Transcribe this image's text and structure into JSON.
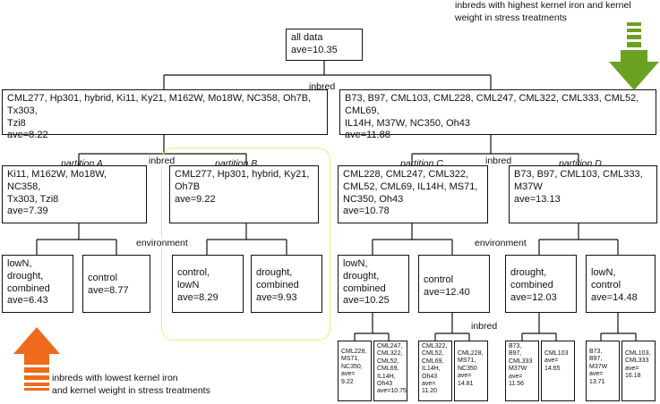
{
  "root": {
    "text": "all data\nave=10.35"
  },
  "level1_label": "inbred",
  "level1": [
    {
      "text": "CML277, Hp301, hybrid, Ki11, Ky21, M162W, Mo18W, NC358, Oh7B, Tx303,\nTzi8\nave=8.22"
    },
    {
      "text": "B73, B97, CML103, CML228, CML247, CML322, CML333, CML52, CML69,\nIL14H, M37W, NC350, Oh43\nave=11.88"
    }
  ],
  "level2_labels": {
    "left": "inbred",
    "right": "inbred"
  },
  "partitions": {
    "a": "partition A",
    "b": "partition B",
    "c": "partition C",
    "d": "partition D"
  },
  "level2": [
    {
      "text": "Ki11, M162W, Mo18W, NC358,\nTx303, Tzi8\nave=7.39"
    },
    {
      "text": "CML277, Hp301, hybrid, Ky21,\nOh7B\nave=9.22"
    },
    {
      "text": "CML228, CML247, CML322,\nCML52, CML69, IL14H, MS71,\nNC350, Oh43\nave=10.78"
    },
    {
      "text": "B73, B97, CML103, CML333,\nM37W\nave=13.13"
    }
  ],
  "level3_labels": {
    "left": "environment",
    "right": "environment"
  },
  "level3": [
    {
      "text": "lowN,\ndrought,\ncombined\nave=6.43"
    },
    {
      "text": "control\nave=8.77"
    },
    {
      "text": "control,\nlowN\nave=8.29"
    },
    {
      "text": "drought,\ncombined\nave=9.93"
    },
    {
      "text": "lowN,\ndrought,\ncombined\nave=10.25"
    },
    {
      "text": "control\nave=12.40"
    },
    {
      "text": "drought,\ncombined\nave=12.03"
    },
    {
      "text": "lowN,\ncontrol\nave=14.48"
    }
  ],
  "level4_label": "inbred",
  "level4": [
    {
      "text": "CML228,\nMS71,\nNC350,\nave=\n9.22"
    },
    {
      "text": "CML247,\nCML322,\nCML52,\nCML69,\nIL14H,\nOh43\nave=10.75"
    },
    {
      "text": "CML322,\nCML52,\nCML69,\nIL14H,\nOh43\nave=\n11.20"
    },
    {
      "text": "CML228,\nMS71,\nNC350\nave=\n14.81"
    },
    {
      "text": "B73,\nB97,\nCML333\nM37W\nave=\n11.56"
    },
    {
      "text": "CML103\nave=\n14.65"
    },
    {
      "text": "B73,\nB97,\nM37W\nave=\n13.71"
    },
    {
      "text": "CML103,\nCML333\nave=\n16.18"
    }
  ],
  "notes": {
    "top_right": "inbreds with highest kernel iron and kernel\nweight in stress treatments",
    "bottom_left": "inbreds with lowest kernel iron\nand kernel weight in stress treatments"
  },
  "colors": {
    "green_arrow": "#6aa121",
    "orange_arrow": "#ee6a1c",
    "highlight": "#eee87a",
    "lines": "#111111"
  },
  "icons": {
    "green": "arrow-down-icon",
    "orange": "arrow-up-icon"
  }
}
